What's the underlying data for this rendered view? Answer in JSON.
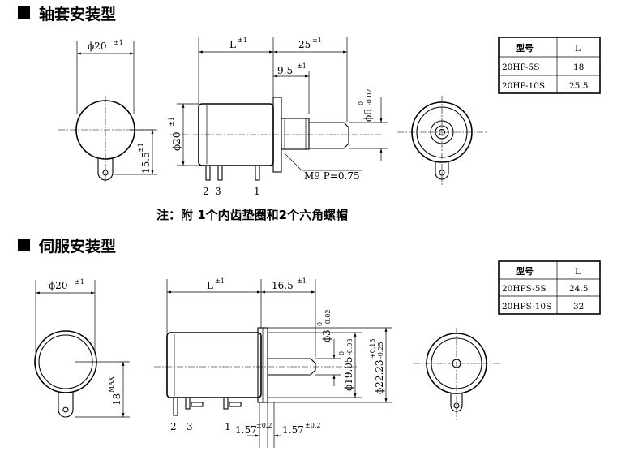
{
  "section1": {
    "title": "轴套安装型",
    "table": {
      "headers": [
        "型号",
        "L"
      ],
      "rows": [
        [
          "20HP-5S",
          "18"
        ],
        [
          "20HP-10S",
          "25.5"
        ]
      ]
    },
    "dims": {
      "dia20": "ϕ20",
      "dia20_tol": "±1",
      "len_L": "L",
      "len_L_tol": "±1",
      "len_25": "25",
      "len_25_tol": "±1",
      "len_95": "9.5",
      "len_95_tol": "±1",
      "dia6": "ϕ6",
      "dia6_tol_up": "0",
      "dia6_tol_low": "-0.02",
      "height155": "15.5",
      "height155_tol": "±1",
      "body_dia20": "ϕ20",
      "body_dia20_tol": "±1",
      "thread": "M9  P=0.75",
      "pin_2": "2",
      "pin_3": "3",
      "pin_1": "1"
    },
    "note": "注：附 1个内齿垫圈和2个六角螺帽"
  },
  "section2": {
    "title": "伺服安装型",
    "table": {
      "headers": [
        "型号",
        "L"
      ],
      "rows": [
        [
          "20HPS-5S",
          "24.5"
        ],
        [
          "20HPS-10S",
          "32"
        ]
      ]
    },
    "dims": {
      "dia20": "ϕ20",
      "dia20_tol": "±1",
      "len_L": "L",
      "len_L_tol": "±1",
      "len_165": "16.5",
      "len_165_tol": "±1",
      "dia3": "ϕ3",
      "dia3_tol_up": "0",
      "dia3_tol_low": "-0.02",
      "dia1905": "ϕ19.05",
      "dia1905_tol_up": "0",
      "dia1905_tol_low": "-0.03",
      "dia2223": "ϕ22.23",
      "dia2223_tol_up": "+0.13",
      "dia2223_tol_low": "-0.25",
      "height18": "18",
      "height18_tol": "MAX",
      "pitch_a": "1.57",
      "pitch_a_tol": "±0.2",
      "pitch_b": "1.57",
      "pitch_b_tol": "±0.2",
      "pin_2": "2",
      "pin_3": "3",
      "pin_1": "1"
    }
  }
}
